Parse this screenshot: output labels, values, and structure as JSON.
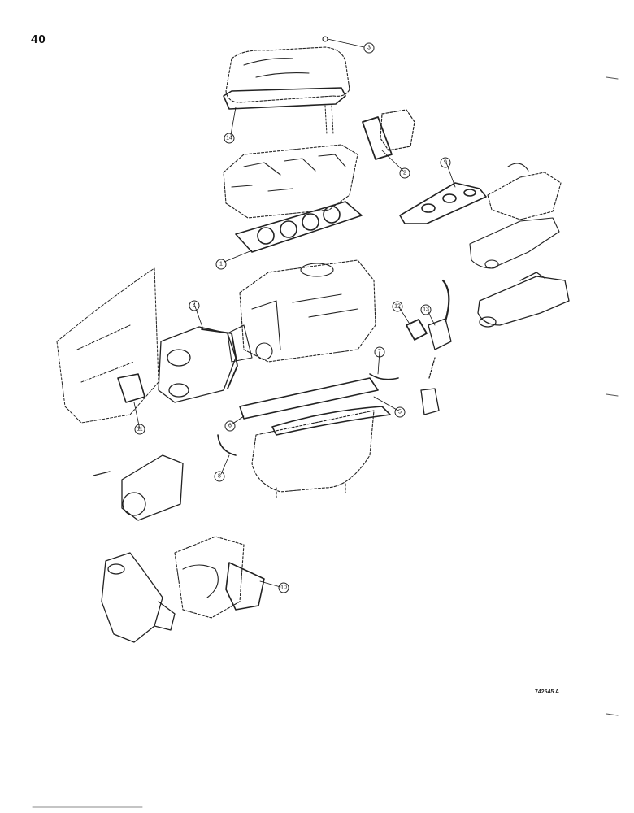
{
  "page_number": "40",
  "figure_code": "742545 A",
  "callouts": {
    "c1": "1",
    "c2": "2",
    "c3": "3",
    "c4": "4",
    "c5": "5",
    "c6": "6",
    "c7": "7",
    "c8": "8",
    "c9": "9",
    "c10": "10",
    "c11": "11",
    "c12": "12",
    "c13": "13",
    "c14": "14"
  }
}
